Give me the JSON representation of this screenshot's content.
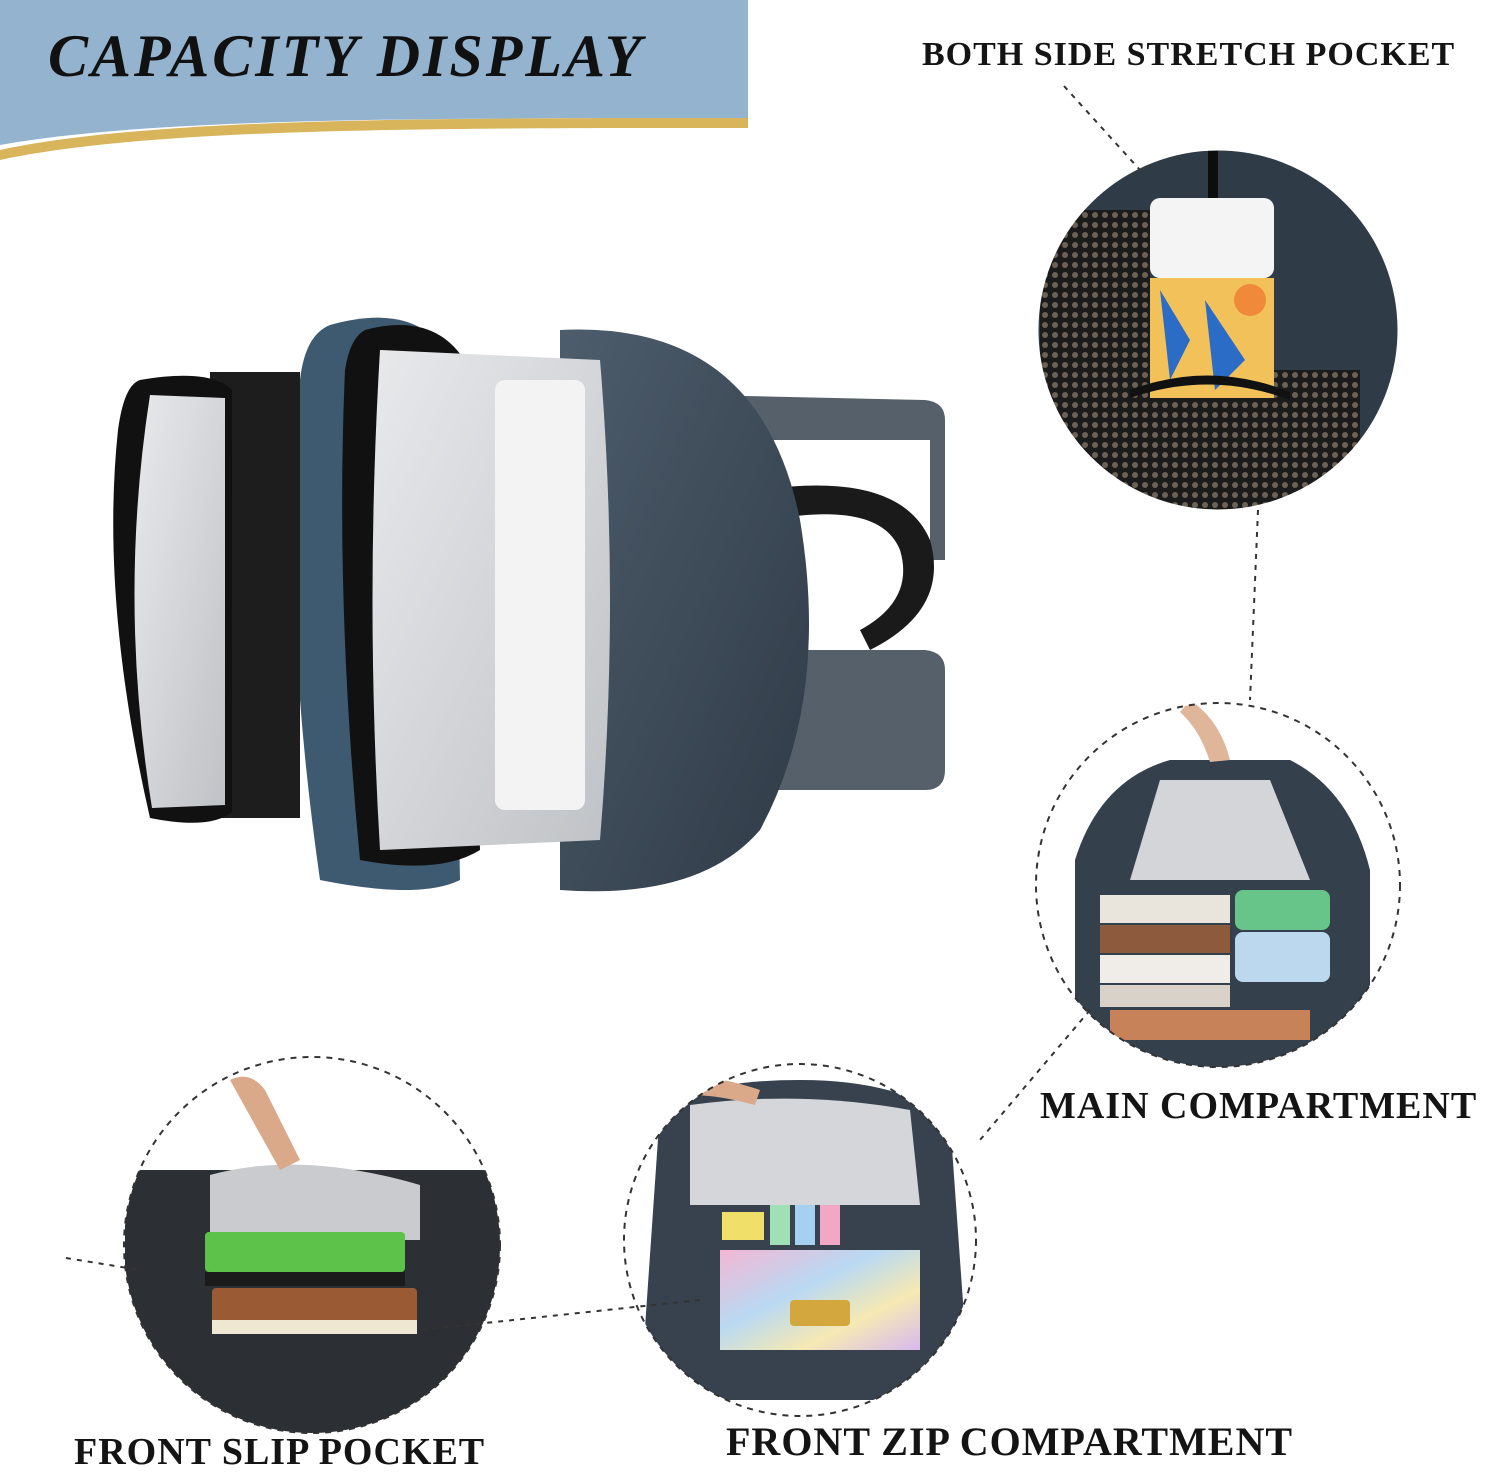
{
  "banner": {
    "title": "CAPACITY DISPLAY",
    "background_color": "#94b3cf",
    "accent_color": "#d8b45a"
  },
  "callouts": {
    "side_pocket": "BOTH SIDE STRETCH POCKET",
    "main_compartment": "MAIN COMPARTMENT",
    "front_zip_compartment": "FRONT ZIP COMPARTMENT",
    "front_slip_pocket": "FRONT SLIP POCKET"
  },
  "colors": {
    "bag_body": "#3c4a58",
    "bag_lining": "#d4d6d9",
    "zipper": "#111111",
    "strap": "#1a1a1a"
  }
}
